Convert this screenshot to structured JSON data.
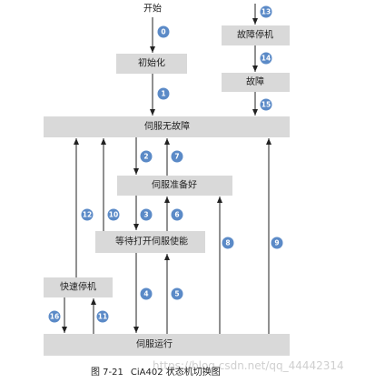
{
  "start_label": "开始",
  "states": {
    "init": "初始化",
    "servo_no_fault": "伺服无故障",
    "servo_ready": "伺服准备好",
    "wait_enable": "等待打开伺服使能",
    "servo_run": "伺服运行",
    "quick_stop": "快速停机",
    "fault_stop": "故障停机",
    "fault": "故障"
  },
  "transitions": {
    "t0": "0",
    "t1": "1",
    "t2": "2",
    "t3": "3",
    "t4": "4",
    "t5": "5",
    "t6": "6",
    "t7": "7",
    "t8": "8",
    "t9": "9",
    "t10": "10",
    "t11": "11",
    "t12": "12",
    "t13": "13",
    "t14": "14",
    "t15": "15",
    "t16": "16"
  },
  "caption": {
    "figure_number": "图 7-21",
    "text": "CiA402 状态机切换图"
  },
  "watermark": "https://blog.csdn.net/qq_44442314",
  "colors": {
    "state_fill": "#d9d9d9",
    "badge_fill": "#5b8ac7",
    "line": "#222222"
  }
}
